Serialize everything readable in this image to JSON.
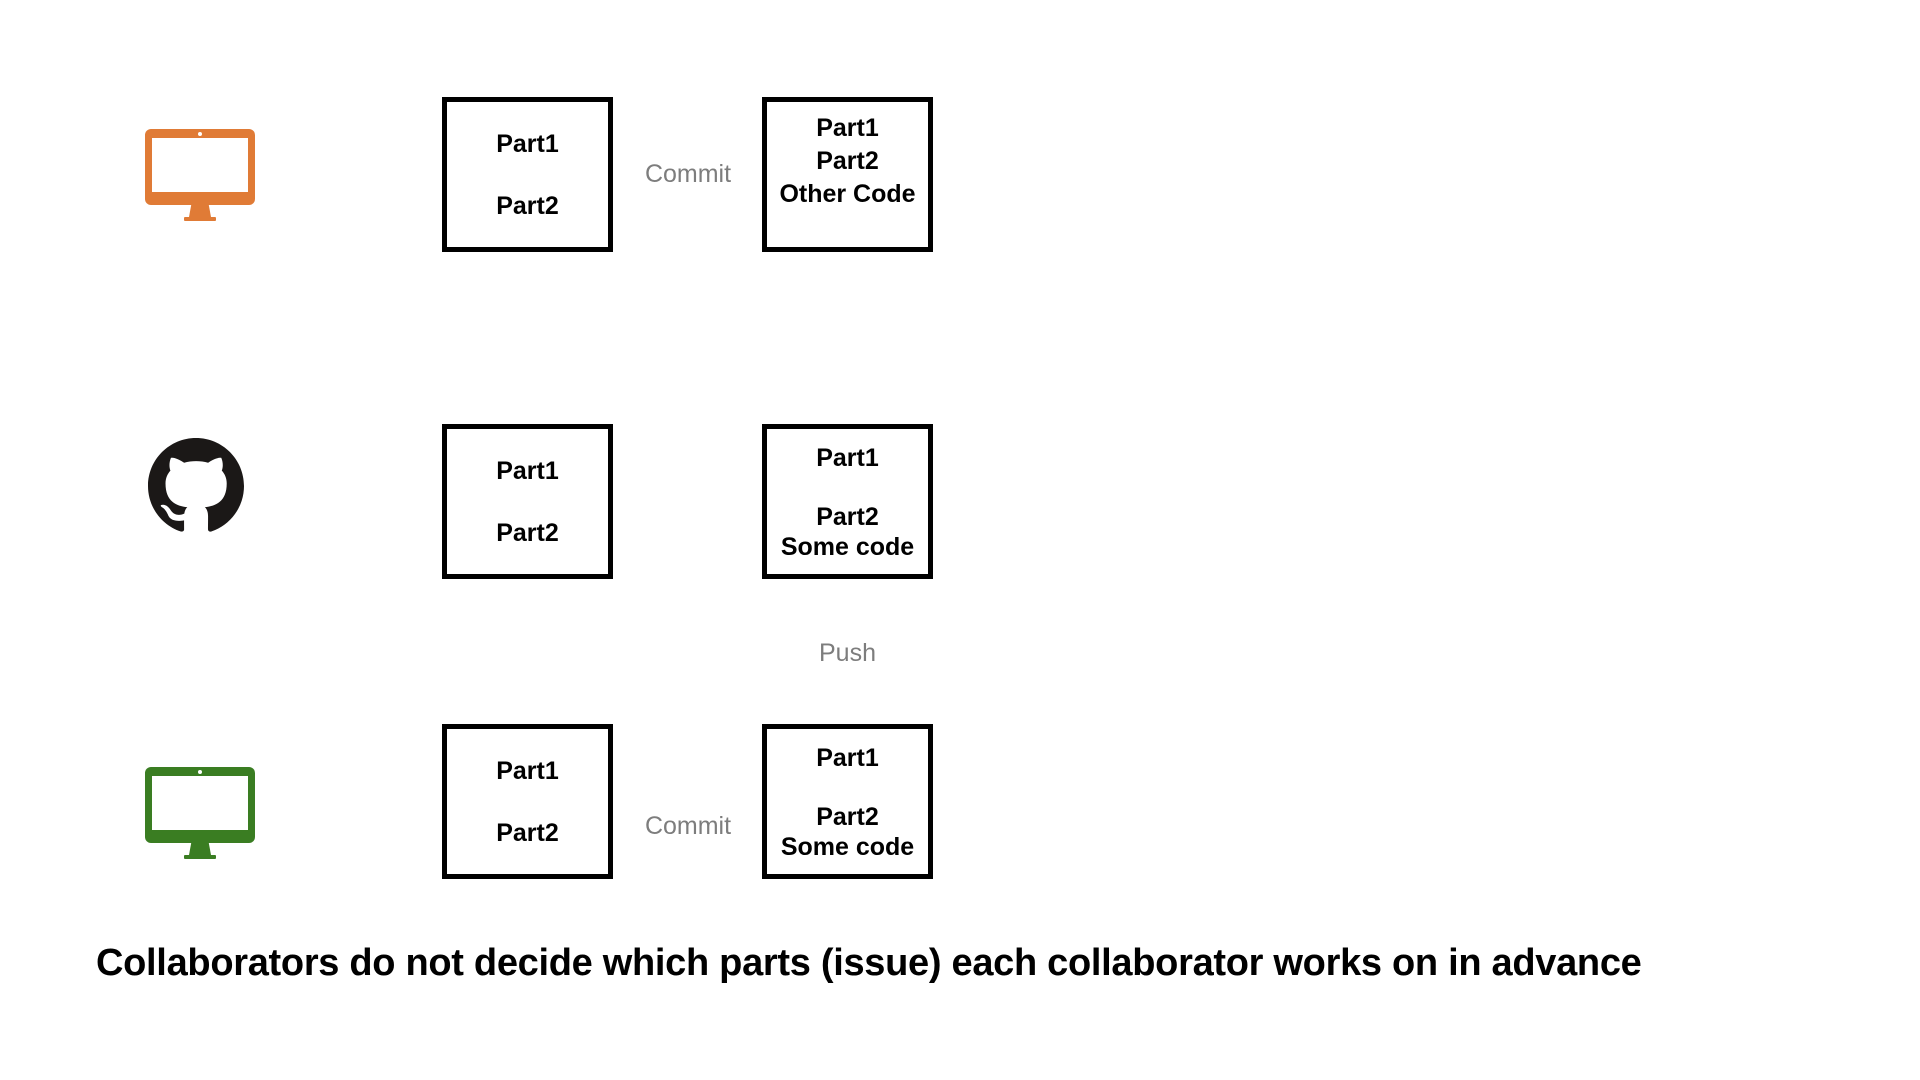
{
  "colors": {
    "background": "#ffffff",
    "collaborator1": "#e07b36",
    "collaborator2": "#3a7d22",
    "github": "#1b1817",
    "action_label": "#7d7d7d",
    "box_border": "#000000",
    "box_text": "#000000",
    "caption_text": "#000000"
  },
  "rows": [
    {
      "name": "collaborator-1",
      "icon": "orange-desktop-computer",
      "working_box": {
        "line1": "Part1",
        "line2": "Part2"
      },
      "action_label": "Commit",
      "result_box": {
        "line1": "Part1",
        "line2": "Part2",
        "line3": "Other Code"
      }
    },
    {
      "name": "github-remote",
      "icon": "github-octocat",
      "working_box": {
        "line1": "Part1",
        "line2": "Part2"
      },
      "result_box": {
        "line1": "Part1",
        "line2": "Part2",
        "line3": "Some code"
      }
    },
    {
      "name": "collaborator-2",
      "icon": "green-desktop-computer",
      "working_box": {
        "line1": "Part1",
        "line2": "Part2"
      },
      "action_label": "Commit",
      "result_box": {
        "line1": "Part1",
        "line2": "Part2",
        "line3": "Some code"
      }
    }
  ],
  "push_label": "Push",
  "caption": "Collaborators do not decide which parts (issue) each collaborator works on in advance"
}
